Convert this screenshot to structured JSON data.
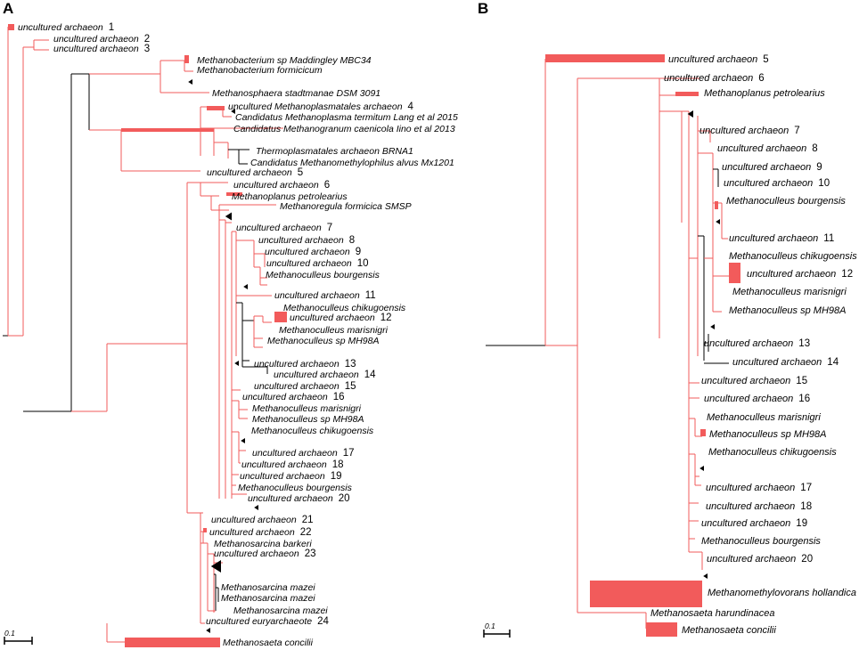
{
  "colors": {
    "highlight": "#f25b5b",
    "branch": "#000000"
  },
  "panels": [
    {
      "letter": "A",
      "scale_label": "0.1",
      "leaves": [
        {
          "name": "uncultured archaeon",
          "num": "1"
        },
        {
          "name": "uncultured archaeon",
          "num": "2"
        },
        {
          "name": "uncultured archaeon",
          "num": "3"
        },
        {
          "name": "Methanobacterium sp Maddingley MBC34",
          "num": ""
        },
        {
          "name": "Methanobacterium formicicum",
          "num": ""
        },
        {
          "name": "Methanosphaera stadtmanae DSM 3091",
          "num": ""
        },
        {
          "name": "uncultured Methanoplasmatales archaeon",
          "num": "4"
        },
        {
          "name": "Candidatus Methanoplasma termitum Lang et al 2015",
          "num": ""
        },
        {
          "name": "Candidatus Methanogranum caenicola Iino et al 2013",
          "num": ""
        },
        {
          "name": "Thermoplasmatales archaeon BRNA1",
          "num": ""
        },
        {
          "name": "Candidatus Methanomethylophilus alvus Mx1201",
          "num": ""
        },
        {
          "name": "uncultured archaeon",
          "num": "5"
        },
        {
          "name": "uncultured archaeon",
          "num": "6"
        },
        {
          "name": "Methanoplanus petrolearius",
          "num": ""
        },
        {
          "name": "Methanoregula formicica SMSP",
          "num": ""
        },
        {
          "name": "uncultured archaeon",
          "num": "7"
        },
        {
          "name": "uncultured archaeon",
          "num": "8"
        },
        {
          "name": "uncultured archaeon",
          "num": "9"
        },
        {
          "name": "uncultured archaeon",
          "num": "10"
        },
        {
          "name": "Methanoculleus bourgensis",
          "num": ""
        },
        {
          "name": "uncultured archaeon",
          "num": "11"
        },
        {
          "name": "Methanoculleus chikugoensis",
          "num": ""
        },
        {
          "name": "uncultured archaeon",
          "num": "12"
        },
        {
          "name": "Methanoculleus marisnigri",
          "num": ""
        },
        {
          "name": "Methanoculleus sp MH98A",
          "num": ""
        },
        {
          "name": "uncultured archaeon",
          "num": "13"
        },
        {
          "name": "uncultured archaeon",
          "num": "14"
        },
        {
          "name": "uncultured archaeon",
          "num": "15"
        },
        {
          "name": "uncultured archaeon",
          "num": "16"
        },
        {
          "name": "Methanoculleus marisnigri",
          "num": ""
        },
        {
          "name": "Methanoculleus sp MH98A",
          "num": ""
        },
        {
          "name": "Methanoculleus chikugoensis",
          "num": ""
        },
        {
          "name": "uncultured archaeon",
          "num": "17"
        },
        {
          "name": "uncultured archaeon",
          "num": "18"
        },
        {
          "name": "uncultured archaeon",
          "num": "19"
        },
        {
          "name": "Methanoculleus bourgensis",
          "num": ""
        },
        {
          "name": "uncultured archaeon",
          "num": "20"
        },
        {
          "name": "uncultured archaeon",
          "num": "21"
        },
        {
          "name": "uncultured archaeon",
          "num": "22"
        },
        {
          "name": "Methanosarcina barkeri",
          "num": ""
        },
        {
          "name": "uncultured archaeon",
          "num": "23"
        },
        {
          "name": "Methanosarcina mazei",
          "num": ""
        },
        {
          "name": "Methanosarcina mazei",
          "num": ""
        },
        {
          "name": "Methanosarcina mazei",
          "num": ""
        },
        {
          "name": "uncultured euryarchaeote",
          "num": "24"
        },
        {
          "name": "Methanosaeta concilii",
          "num": ""
        }
      ]
    },
    {
      "letter": "B",
      "scale_label": "0.1",
      "leaves": [
        {
          "name": "uncultured archaeon",
          "num": "5"
        },
        {
          "name": "uncultured archaeon",
          "num": "6"
        },
        {
          "name": "Methanoplanus petrolearius",
          "num": ""
        },
        {
          "name": "uncultured archaeon",
          "num": "7"
        },
        {
          "name": "uncultured archaeon",
          "num": "8"
        },
        {
          "name": "uncultured archaeon",
          "num": "9"
        },
        {
          "name": "uncultured archaeon",
          "num": "10"
        },
        {
          "name": "Methanoculleus bourgensis",
          "num": ""
        },
        {
          "name": "uncultured archaeon",
          "num": "11"
        },
        {
          "name": "Methanoculleus chikugoensis",
          "num": ""
        },
        {
          "name": "uncultured archaeon",
          "num": "12"
        },
        {
          "name": "Methanoculleus marisnigri",
          "num": ""
        },
        {
          "name": "Methanoculleus sp MH98A",
          "num": ""
        },
        {
          "name": "uncultured archaeon",
          "num": "13"
        },
        {
          "name": "uncultured archaeon",
          "num": "14"
        },
        {
          "name": "uncultured archaeon",
          "num": "15"
        },
        {
          "name": "uncultured archaeon",
          "num": "16"
        },
        {
          "name": "Methanoculleus marisnigri",
          "num": ""
        },
        {
          "name": "Methanoculleus sp MH98A",
          "num": ""
        },
        {
          "name": "Methanoculleus chikugoensis",
          "num": ""
        },
        {
          "name": "uncultured archaeon",
          "num": "17"
        },
        {
          "name": "uncultured archaeon",
          "num": "18"
        },
        {
          "name": "uncultured archaeon",
          "num": "19"
        },
        {
          "name": "Methanoculleus bourgensis",
          "num": ""
        },
        {
          "name": "uncultured archaeon",
          "num": "20"
        },
        {
          "name": "Methanomethylovorans hollandica",
          "num": ""
        },
        {
          "name": "Methanosaeta harundinacea",
          "num": ""
        },
        {
          "name": "Methanosaeta concilii",
          "num": ""
        }
      ]
    }
  ]
}
